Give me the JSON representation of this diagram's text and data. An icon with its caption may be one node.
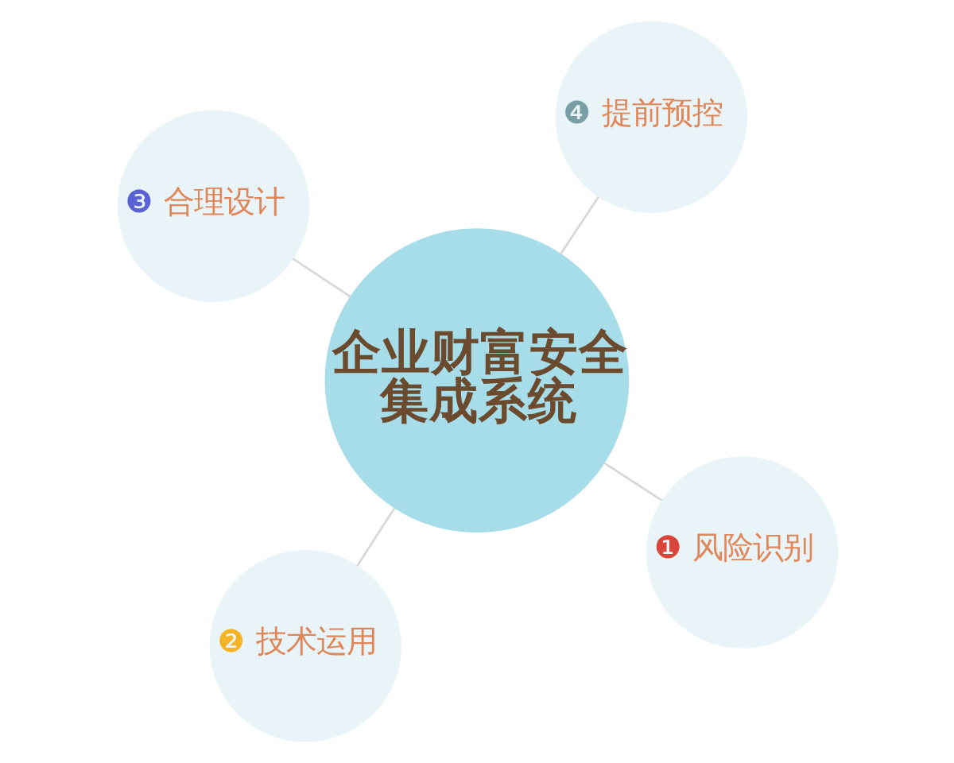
{
  "diagram": {
    "nodes": [
      {
        "text": [
          "企业财富安全集成系统"
        ]
      },
      {
        "text": [
          "❶",
          "风险识别"
        ]
      },
      {
        "text": [
          "❷",
          "技术运用"
        ]
      },
      {
        "text": [
          "❸",
          "合理设计"
        ]
      },
      {
        "text": [
          "❹",
          "提前预控"
        ]
      }
    ],
    "edges": [
      {
        "from": 0,
        "to": 1,
        "arrow": "none"
      },
      {
        "from": 0,
        "to": 2,
        "arrow": "none"
      },
      {
        "from": 0,
        "to": 3,
        "arrow": "none"
      },
      {
        "from": 0,
        "to": 4,
        "arrow": "none"
      }
    ]
  }
}
